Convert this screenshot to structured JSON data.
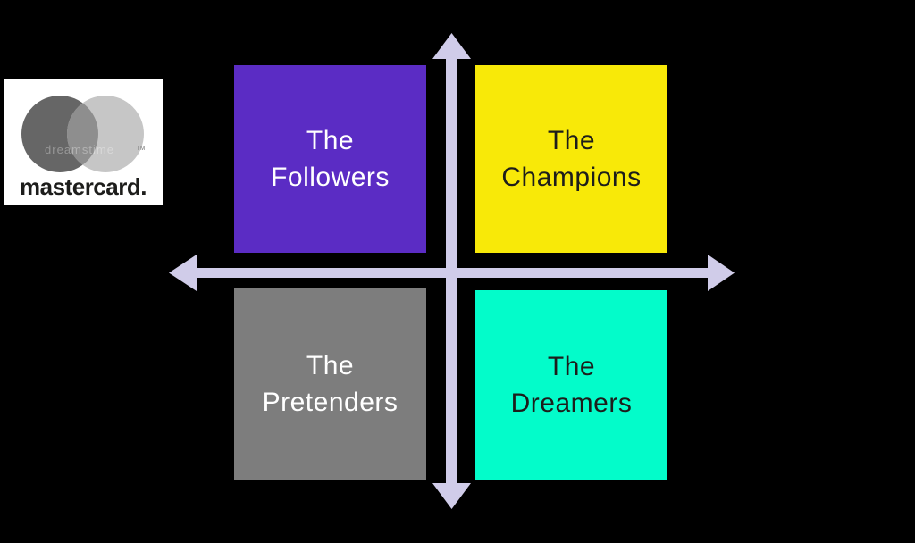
{
  "canvas": {
    "background": "#000000"
  },
  "logo": {
    "brand": "mastercard",
    "wordmark": "mastercard.",
    "trademark": "TM",
    "watermark": "dreamstime",
    "colors": {
      "background": "#ffffff",
      "left_circle": "#666666",
      "right_circle": "#c6c6c6",
      "overlap": "#8e8e8e",
      "wordmark": "#1d1d1b"
    }
  },
  "matrix": {
    "type": "2x2-quadrant-matrix",
    "axis_color": "#d0cce9",
    "quadrants": {
      "followers": {
        "line1": "The",
        "line2": "Followers",
        "color": "#5b2cc4",
        "text_color": "#ffffff"
      },
      "champions": {
        "line1": "The",
        "line2": "Champions",
        "color": "#f8e908",
        "text_color": "#1d1d1b"
      },
      "pretenders": {
        "line1": "The",
        "line2": "Pretenders",
        "color": "#7d7d7d",
        "text_color": "#ffffff"
      },
      "dreamers": {
        "line1": "The",
        "line2": "Dreamers",
        "color": "#03fcca",
        "text_color": "#1d1d1b"
      }
    }
  }
}
